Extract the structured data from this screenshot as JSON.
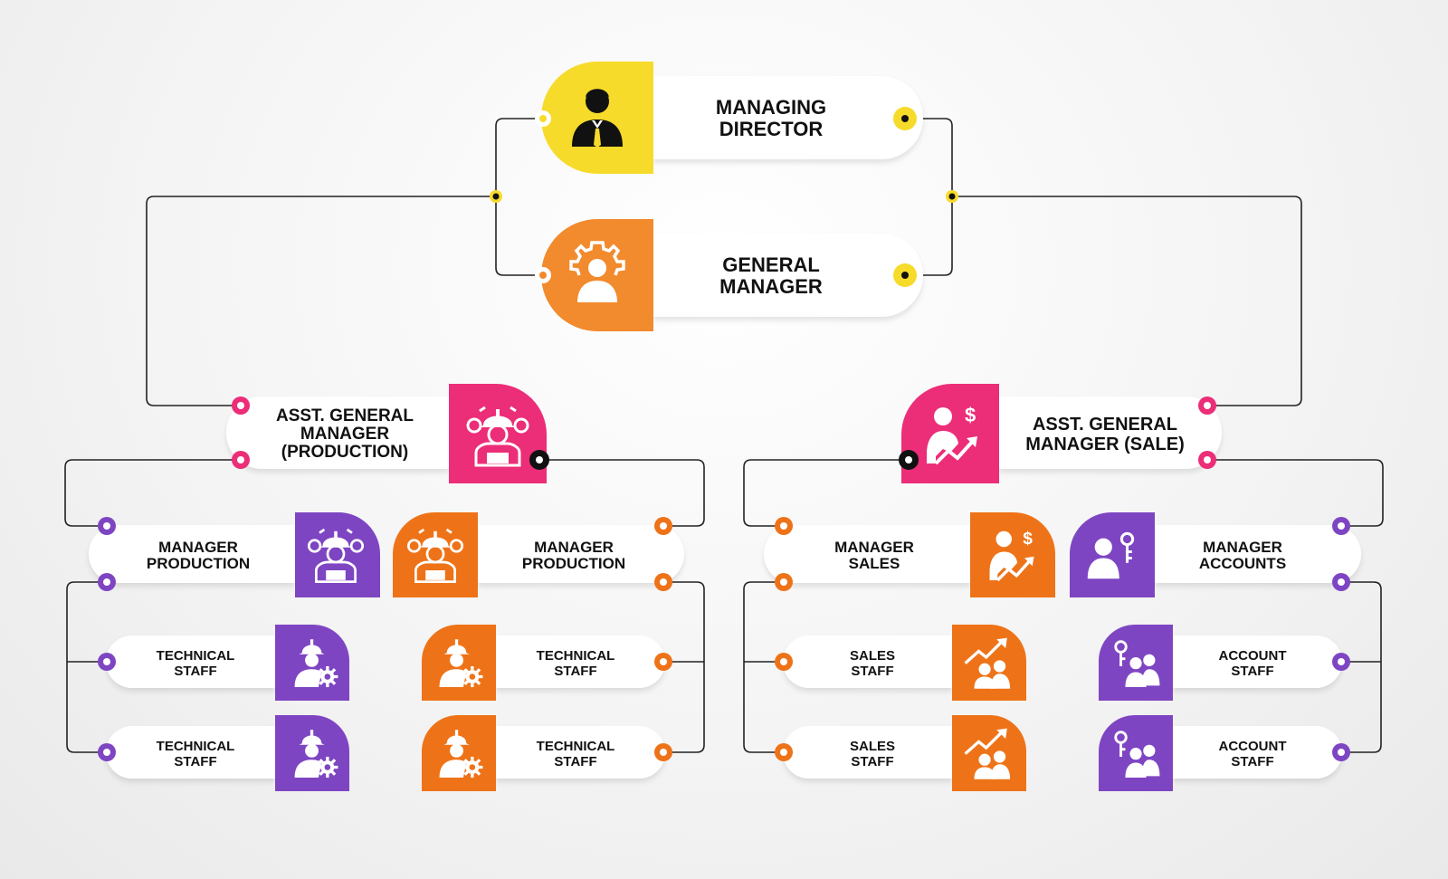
{
  "colors": {
    "yellow": "#F7DB2A",
    "orange": "#F28A2E",
    "dark_orange": "#EE7318",
    "pink": "#EC2D78",
    "purple": "#7E45C2",
    "connector": "#222222",
    "card": "#FFFFFF"
  },
  "nodes": {
    "managing_director": {
      "line1": "MANAGING",
      "line2": "DIRECTOR",
      "icon": "businessman-icon"
    },
    "general_manager": {
      "line1": "GENERAL",
      "line2": "MANAGER",
      "icon": "gear-person-icon"
    },
    "agm_production": {
      "line1": "ASST. GENERAL",
      "line2": "MANAGER",
      "line3": "(PRODUCTION)",
      "icon": "engineer-gears-icon"
    },
    "agm_sale": {
      "line1": "ASST. GENERAL",
      "line2": "MANAGER (SALE)",
      "icon": "sales-growth-icon"
    },
    "manager_production_1": {
      "line1": "MANAGER",
      "line2": "PRODUCTION",
      "icon": "engineer-gears-icon"
    },
    "manager_production_2": {
      "line1": "MANAGER",
      "line2": "PRODUCTION",
      "icon": "engineer-gears-icon"
    },
    "manager_sales": {
      "line1": "MANAGER",
      "line2": "SALES",
      "icon": "sales-growth-icon"
    },
    "manager_accounts": {
      "line1": "MANAGER",
      "line2": "ACCOUNTS",
      "icon": "person-key-icon"
    },
    "technical_staff_1": {
      "line1": "TECHNICAL",
      "line2": "STAFF",
      "icon": "worker-gear-icon"
    },
    "technical_staff_2": {
      "line1": "TECHNICAL",
      "line2": "STAFF",
      "icon": "worker-gear-icon"
    },
    "technical_staff_3": {
      "line1": "TECHNICAL",
      "line2": "STAFF",
      "icon": "worker-gear-icon"
    },
    "technical_staff_4": {
      "line1": "TECHNICAL",
      "line2": "STAFF",
      "icon": "worker-gear-icon"
    },
    "sales_staff_1": {
      "line1": "SALES",
      "line2": "STAFF",
      "icon": "team-chart-icon"
    },
    "sales_staff_2": {
      "line1": "SALES",
      "line2": "STAFF",
      "icon": "team-chart-icon"
    },
    "account_staff_1": {
      "line1": "ACCOUNT",
      "line2": "STAFF",
      "icon": "team-key-icon"
    },
    "account_staff_2": {
      "line1": "ACCOUNT",
      "line2": "STAFF",
      "icon": "team-key-icon"
    }
  }
}
